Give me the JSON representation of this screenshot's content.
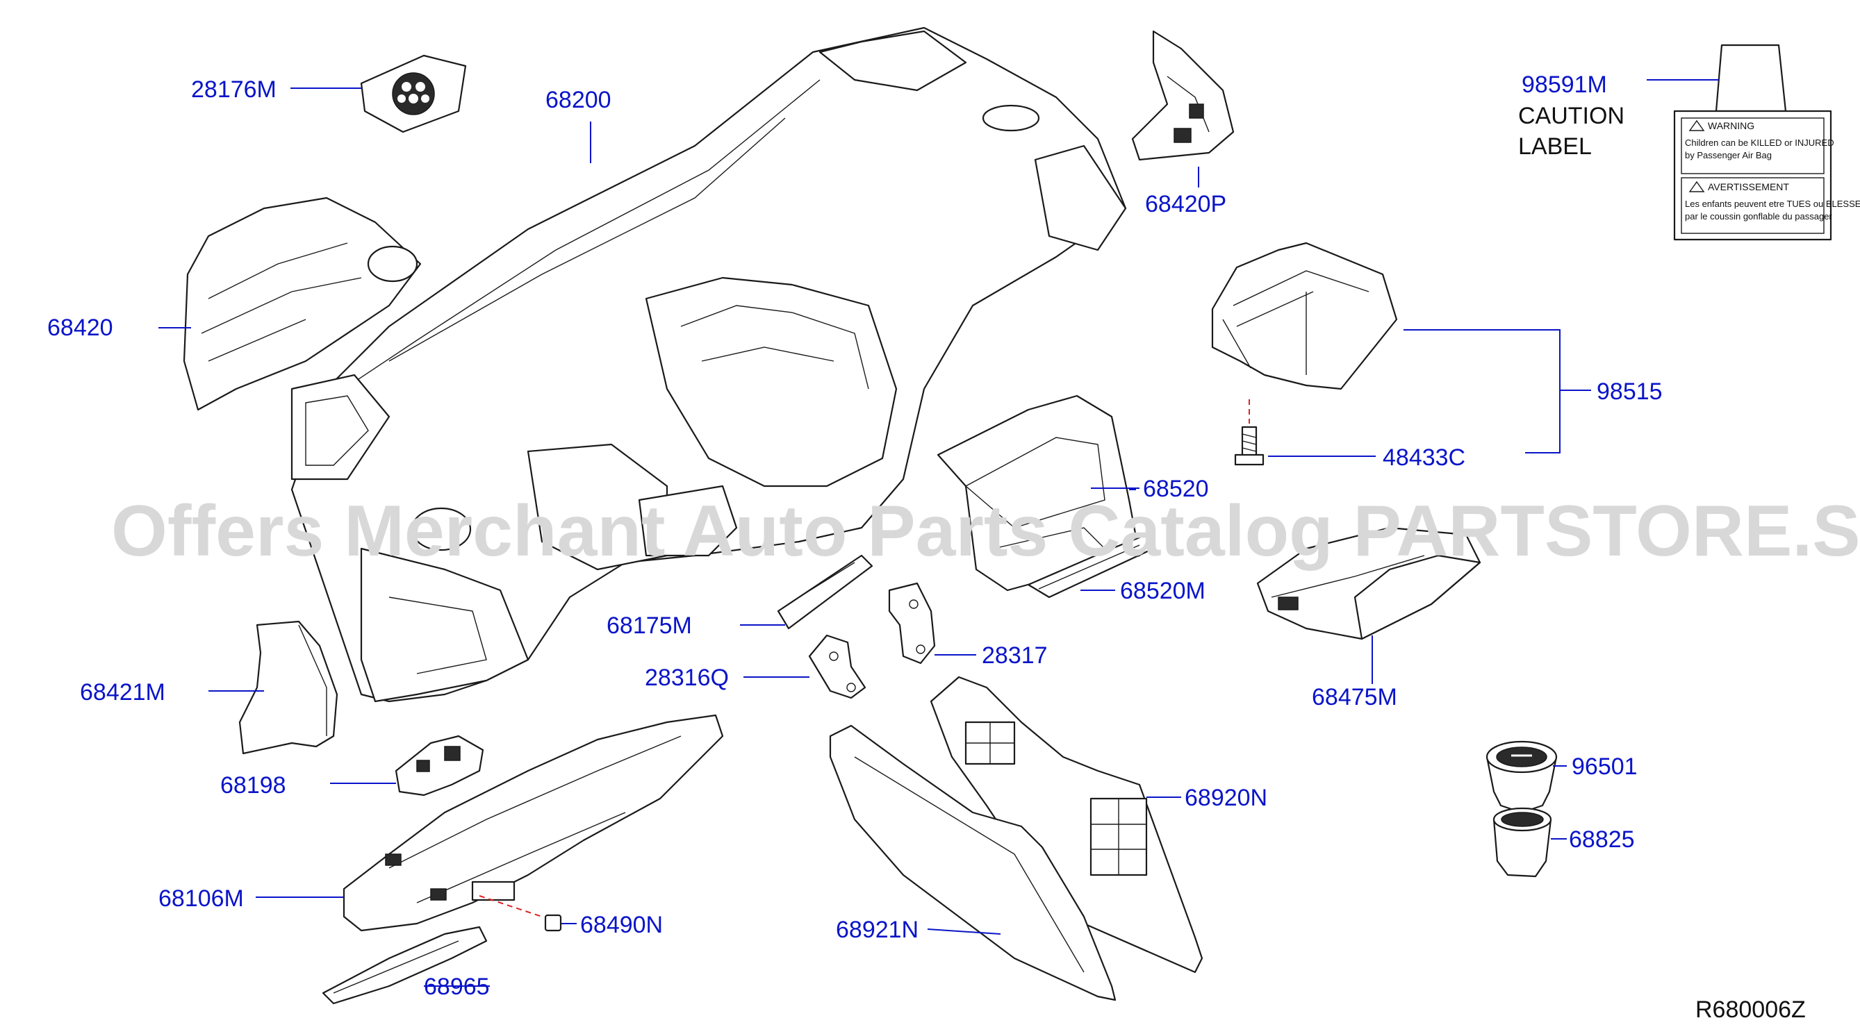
{
  "diagram": {
    "part_labels": {
      "p28176M": "28176M",
      "p68200": "68200",
      "p68420P": "68420P",
      "p98591M": "98591M",
      "p68420": "68420",
      "p98515": "98515",
      "p48433C": "48433C",
      "p68520": "68520",
      "p68520M": "68520M",
      "p68175M": "68175M",
      "p28317": "28317",
      "p28316Q": "28316Q",
      "p68421M": "68421M",
      "p68475M": "68475M",
      "p68198": "68198",
      "p68920N": "68920N",
      "p96501": "96501",
      "p68825": "68825",
      "p68106M": "68106M",
      "p68490N": "68490N",
      "p68921N": "68921N",
      "p68965": "68965"
    },
    "caution_label": {
      "line1": "CAUTION",
      "line2": "LABEL",
      "warning_title": "WARNING",
      "warning_text_1": "Children can be KILLED or INJURED",
      "warning_text_2": "by Passenger Air Bag",
      "avert_title": "AVERTISSEMENT",
      "avert_text_1": "Les enfants peuvent etre TUES ou BLESSES",
      "avert_text_2": "par le coussin gonflable du passager"
    },
    "reference_code": "R680006Z",
    "watermark": "Offers Merchant Auto Parts Catalog PARTSTORE.SA"
  },
  "colors": {
    "label_blue": "#0a14c8",
    "line_black": "#1a1a1a",
    "dashed_red": "#e02020",
    "watermark_gray": "#d8d8d8"
  }
}
